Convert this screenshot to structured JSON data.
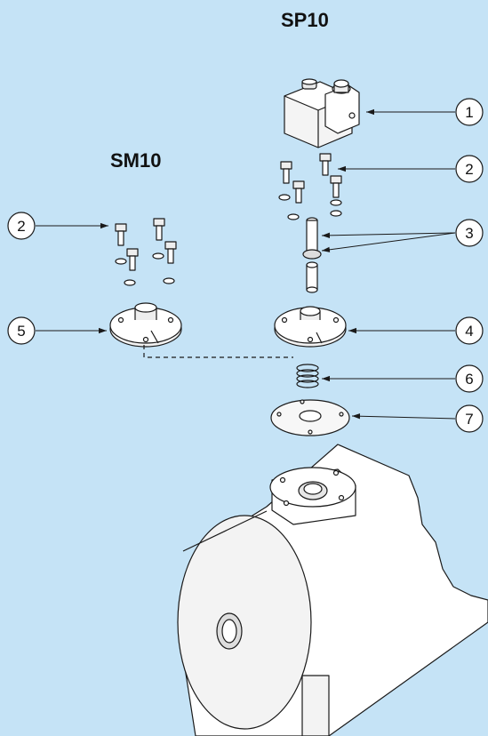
{
  "titles": {
    "sp10": "SP10",
    "sm10": "SM10"
  },
  "callouts": [
    {
      "id": "c1",
      "number": "1"
    },
    {
      "id": "c2a",
      "number": "2"
    },
    {
      "id": "c2b",
      "number": "2"
    },
    {
      "id": "c3",
      "number": "3"
    },
    {
      "id": "c4",
      "number": "4"
    },
    {
      "id": "c5",
      "number": "5"
    },
    {
      "id": "c6",
      "number": "6"
    },
    {
      "id": "c7",
      "number": "7"
    }
  ],
  "colors": {
    "background": "#c5e3f6",
    "stroke": "#1a1a1a",
    "part_fill": "#ffffff",
    "part_shade": "#d9d9d9"
  }
}
